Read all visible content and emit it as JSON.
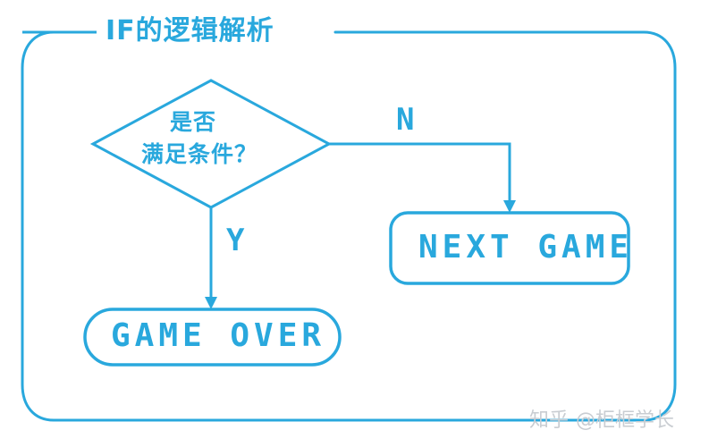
{
  "frame": {
    "title": "IF的逻辑解析",
    "accent_color": "#29a8dd",
    "background_color": "#ffffff"
  },
  "diagram": {
    "type": "flowchart",
    "nodes": [
      {
        "id": "decision",
        "shape": "diamond",
        "name": "decision-node",
        "text_line1": "是否",
        "text_line2": "满足条件？"
      },
      {
        "id": "game-over",
        "shape": "stadium",
        "name": "game-over-node",
        "label": "GAME OVER"
      },
      {
        "id": "next-game",
        "shape": "rounded-rect",
        "name": "next-game-node",
        "label": "NEXT GAME"
      }
    ],
    "edges": [
      {
        "from": "decision",
        "to": "game-over",
        "label": "Y",
        "direction": "down"
      },
      {
        "from": "decision",
        "to": "next-game",
        "label": "N",
        "direction": "right-then-down"
      }
    ]
  },
  "watermark": {
    "logo": "知乎",
    "handle": "@柜框学长"
  }
}
